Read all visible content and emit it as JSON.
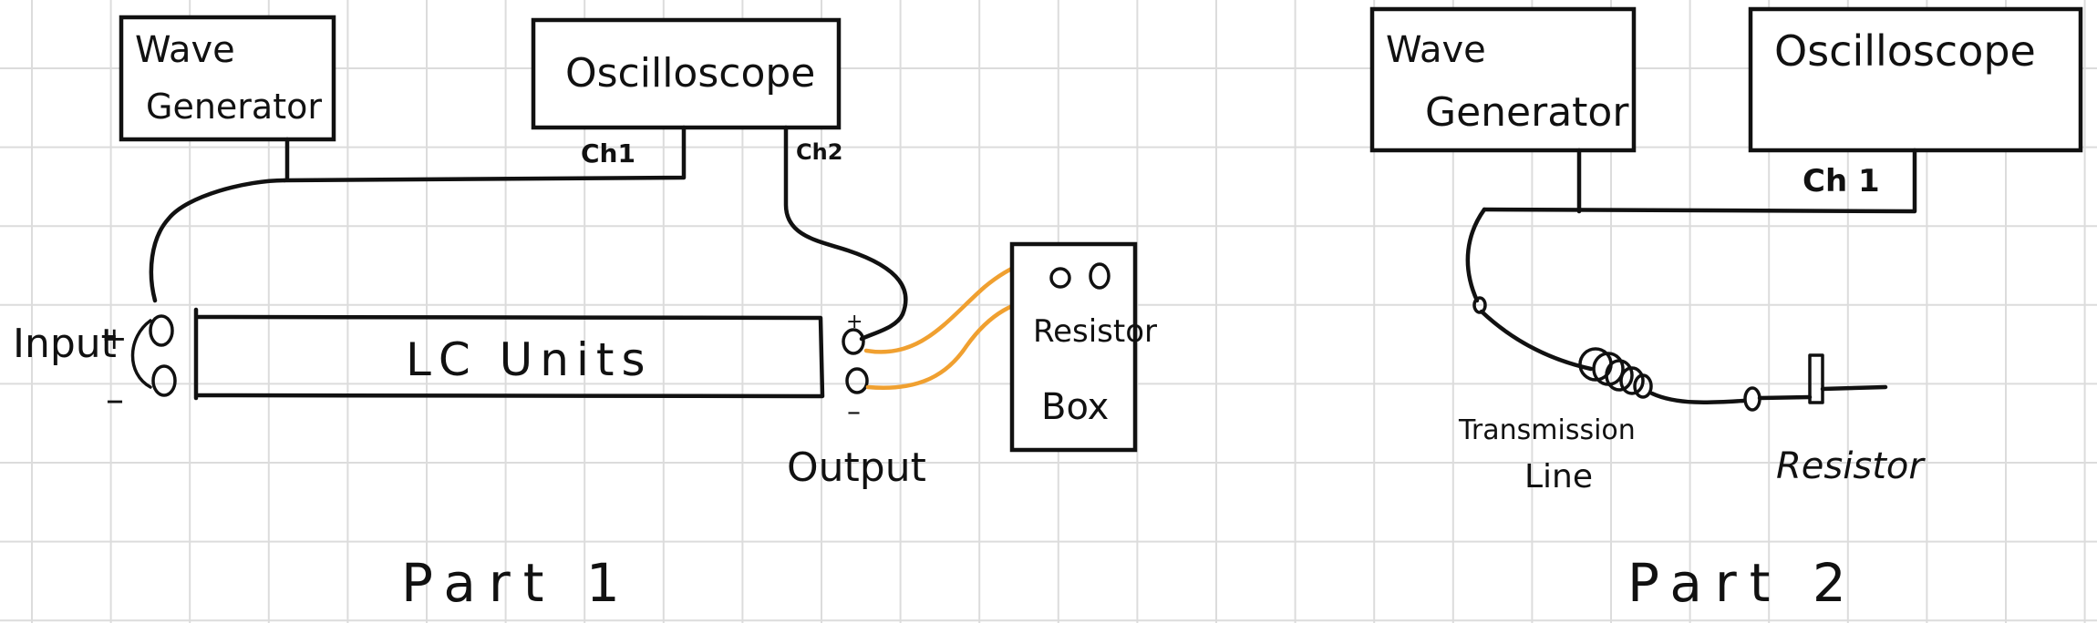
{
  "colors": {
    "grid": "#dcdcdc",
    "ink": "#111111",
    "wire": "#f0a030"
  },
  "part1": {
    "wave_generator": {
      "line1": "Wave",
      "line2": "Generator"
    },
    "oscilloscope": "Oscilloscope",
    "ch1": "Ch1",
    "ch2": "Ch2",
    "lc_units": "LC Units",
    "input_label": "Input",
    "input_plus": "+",
    "input_minus": "–",
    "output_plus": "+",
    "output_minus": "–",
    "output_label": "Output",
    "resistor_box": {
      "line1": "Resistor",
      "line2": "Box"
    },
    "caption": "Part 1"
  },
  "part2": {
    "wave_generator": {
      "line1": "Wave",
      "line2": "Generator"
    },
    "oscilloscope": "Oscilloscope",
    "ch1": "Ch 1",
    "transmission_line": {
      "line1": "Transmission",
      "line2": "Line"
    },
    "resistor": "Resistor",
    "caption": "Part 2"
  }
}
